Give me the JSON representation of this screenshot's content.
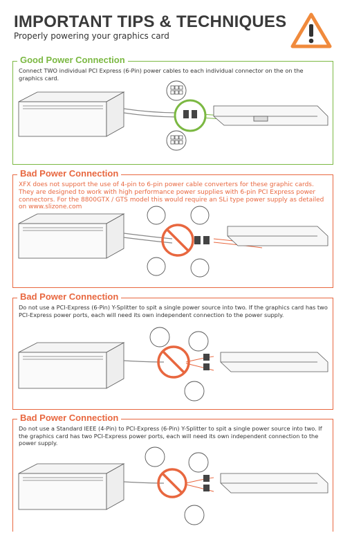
{
  "header": {
    "title": "IMPORTANT TIPS & TECHNIQUES",
    "subtitle": "Properly powering your graphics card"
  },
  "colors": {
    "good": "#7bb842",
    "bad": "#e8673f",
    "warning": "#f08a3c",
    "text": "#333333"
  },
  "icons": [
    "warning-triangle-icon",
    "no-sign-icon",
    "connector-pins-icon"
  ],
  "sections": [
    {
      "title": "Good Power Connection",
      "text": "Connect TWO individual PCI Express (6-Pin) power cables to each individual connector on the on the graphics card."
    },
    {
      "title": "Bad Power Connection",
      "text": "XFX does not support the use of 4-pin to 6-pin power cable converters for these graphic cards. They are designed to work with high performance power supplies with 6-pin PCI Express power connectors. For the 8800GTX / GTS model this would require an SLi type power supply as detailed on www.slizone.com"
    },
    {
      "title": "Bad Power Connection",
      "text": "Do not use a PCI-Express (6-Pin) Y-Splitter to spit a single power source into two. If the graphics card has two PCI-Express power ports, each will need its own independent connection to the power supply."
    },
    {
      "title": "Bad Power Connection",
      "text": "Do not use a Standard IEEE (4-Pin) to PCI-Express (6-Pin) Y-Splitter to spit a single power source into two. If the graphics card has two PCI-Express power ports, each will need its own independent connection to the power supply."
    }
  ]
}
